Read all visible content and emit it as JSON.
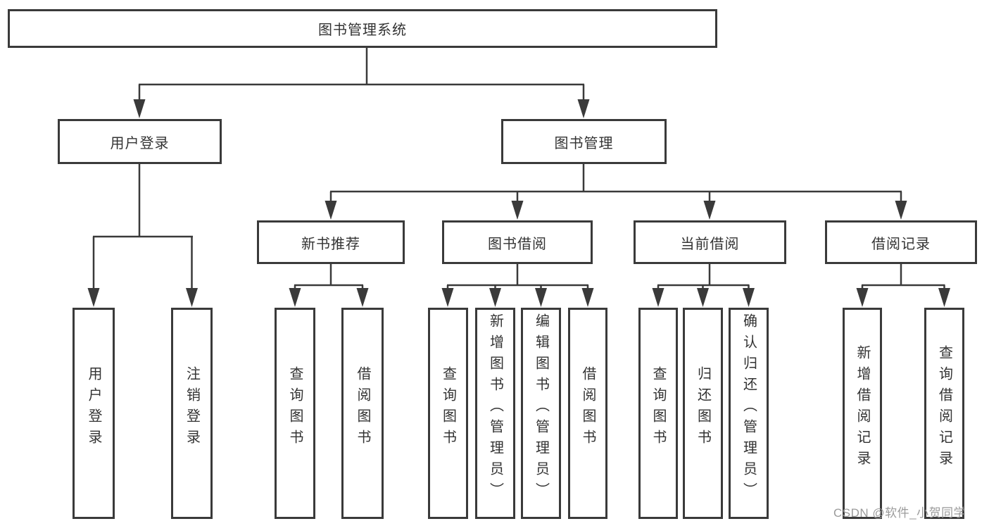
{
  "diagram": {
    "title": "图书管理系统",
    "colors": {
      "line": "#3a3a3a",
      "text": "#333333",
      "watermark": "#9b9b9b",
      "background": "#ffffff"
    },
    "root": {
      "label": "图书管理系统"
    },
    "level2": [
      {
        "label": "用户登录"
      },
      {
        "label": "图书管理"
      }
    ],
    "level3": [
      {
        "label": "新书推荐"
      },
      {
        "label": "图书借阅"
      },
      {
        "label": "当前借阅"
      },
      {
        "label": "借阅记录"
      }
    ],
    "leaves": [
      {
        "label": "用户登录"
      },
      {
        "label": "注销登录"
      },
      {
        "label": "查询图书"
      },
      {
        "label": "借阅图书"
      },
      {
        "label": "查询图书"
      },
      {
        "label": "新增图书（管理员）"
      },
      {
        "label": "编辑图书（管理员）"
      },
      {
        "label": "借阅图书"
      },
      {
        "label": "查询图书"
      },
      {
        "label": "归还图书"
      },
      {
        "label": "确认归还（管理员）"
      },
      {
        "label": "新增借阅记录"
      },
      {
        "label": "查询借阅记录"
      }
    ]
  },
  "watermark": {
    "text": "CSDN @软件_小贺同学"
  }
}
